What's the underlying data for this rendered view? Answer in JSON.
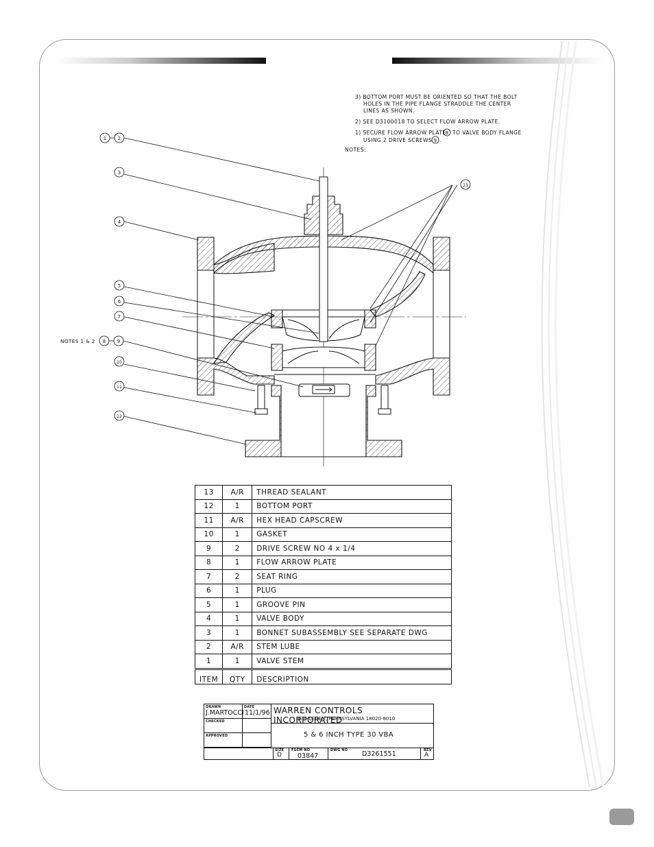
{
  "notes": {
    "note3_line1": "3) BOTTOM PORT MUST BE ORIENTED SO THAT THE BOLT",
    "note3_line2": "HOLES IN THE PIPE FLANGE STRADDLE THE CENTER",
    "note3_line3": "LINES AS SHOWN.",
    "note2": "2) SEE D3100018 TO SELECT FLOW ARROW PLATE.",
    "note1_line1a": "1) SECURE FLOW ARROW PLATE",
    "note1_ref1": "8",
    "note1_line1b": "TO VALVE BODY FLANGE",
    "note1_line2a": "USING 2 DRIVE SCREWS",
    "note1_ref2": "9",
    "note1_line2b": ".",
    "heading": "NOTES:"
  },
  "balloons": {
    "b1": "1",
    "b2": "2",
    "b3": "3",
    "b4": "4",
    "b5": "5",
    "b6": "6",
    "b7": "7",
    "b8": "8",
    "b9": "9",
    "b10": "10",
    "b11": "11",
    "b12": "12",
    "b13": "13",
    "notes_ref": "NOTES 1 & 2"
  },
  "parts_list": {
    "rows": [
      {
        "item": "13",
        "qty": "A/R",
        "description": "THREAD SEALANT"
      },
      {
        "item": "12",
        "qty": "1",
        "description": "BOTTOM PORT"
      },
      {
        "item": "11",
        "qty": "A/R",
        "description": "HEX HEAD CAPSCREW"
      },
      {
        "item": "10",
        "qty": "1",
        "description": "GASKET"
      },
      {
        "item": "9",
        "qty": "2",
        "description": "DRIVE SCREW NO 4 x 1/4"
      },
      {
        "item": "8",
        "qty": "1",
        "description": "FLOW ARROW PLATE"
      },
      {
        "item": "7",
        "qty": "2",
        "description": "SEAT RING"
      },
      {
        "item": "6",
        "qty": "1",
        "description": "PLUG"
      },
      {
        "item": "5",
        "qty": "1",
        "description": "GROOVE PIN"
      },
      {
        "item": "4",
        "qty": "1",
        "description": "VALVE BODY"
      },
      {
        "item": "3",
        "qty": "1",
        "description": "BONNET SUBASSEMBLY    SEE SEPARATE DWG"
      },
      {
        "item": "2",
        "qty": "A/R",
        "description": "STEM LUBE"
      },
      {
        "item": "1",
        "qty": "1",
        "description": "VALVE STEM"
      }
    ],
    "header": {
      "item": "ITEM",
      "qty": "QTY",
      "description": "DESCRIPTION"
    }
  },
  "title_block": {
    "drawn_label": "DRAWN",
    "drawn_by": "J.MARTOCCI",
    "date_label": "DATE",
    "date": "11/1/96",
    "checked_label": "CHECKED",
    "approved_label": "APPROVED",
    "company": "WARREN CONTROLS INCORPORATED",
    "address": "BETHLEHEM, PENNSYLVANIA 18020-8010",
    "title": "5 & 6 INCH TYPE 30 VBA",
    "size_label": "SIZE",
    "size": "D",
    "fscm_label": "FSCM NO",
    "fscm": "03847",
    "dwg_label": "DWG NO",
    "dwg_no": "D3261551",
    "rev_label": "REV",
    "rev": "A"
  },
  "colors": {
    "frame": "#9a9a9a",
    "ink": "#111111",
    "page_tab": "#9a9a9a"
  }
}
